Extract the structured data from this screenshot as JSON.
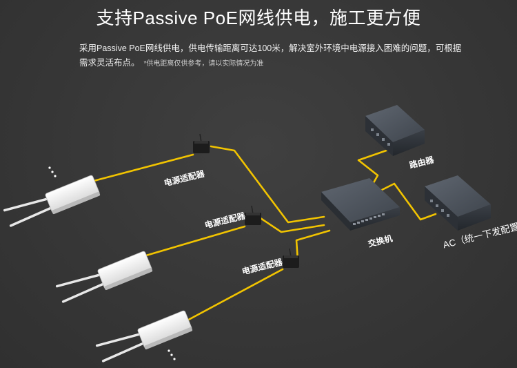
{
  "header": {
    "title": "支持Passive PoE网线供电，施工更方便",
    "desc_line1": "采用Passive PoE网线供电，供电传输距离可达100米，解决室外环境中电源接入困难的问题，可根据",
    "desc_line2": "需求灵活布点。",
    "note": "*供电距离仅供参考，请以实际情况为准"
  },
  "labels": {
    "adapter1": "电源适配器",
    "adapter2": "电源适配器",
    "adapter3": "电源适配器",
    "router": "路由器",
    "switch": "交换机",
    "ac": "AC（统一下发配置）"
  },
  "colors": {
    "cable": "#f2c400",
    "background": "#3a3a3a",
    "ap_body": "#f4f4f4",
    "device_dark": "#4a5058"
  },
  "icons": [
    "ap-icon",
    "adapter-icon",
    "switch-icon",
    "router-icon",
    "ac-controller-icon",
    "ellipsis-icon"
  ]
}
